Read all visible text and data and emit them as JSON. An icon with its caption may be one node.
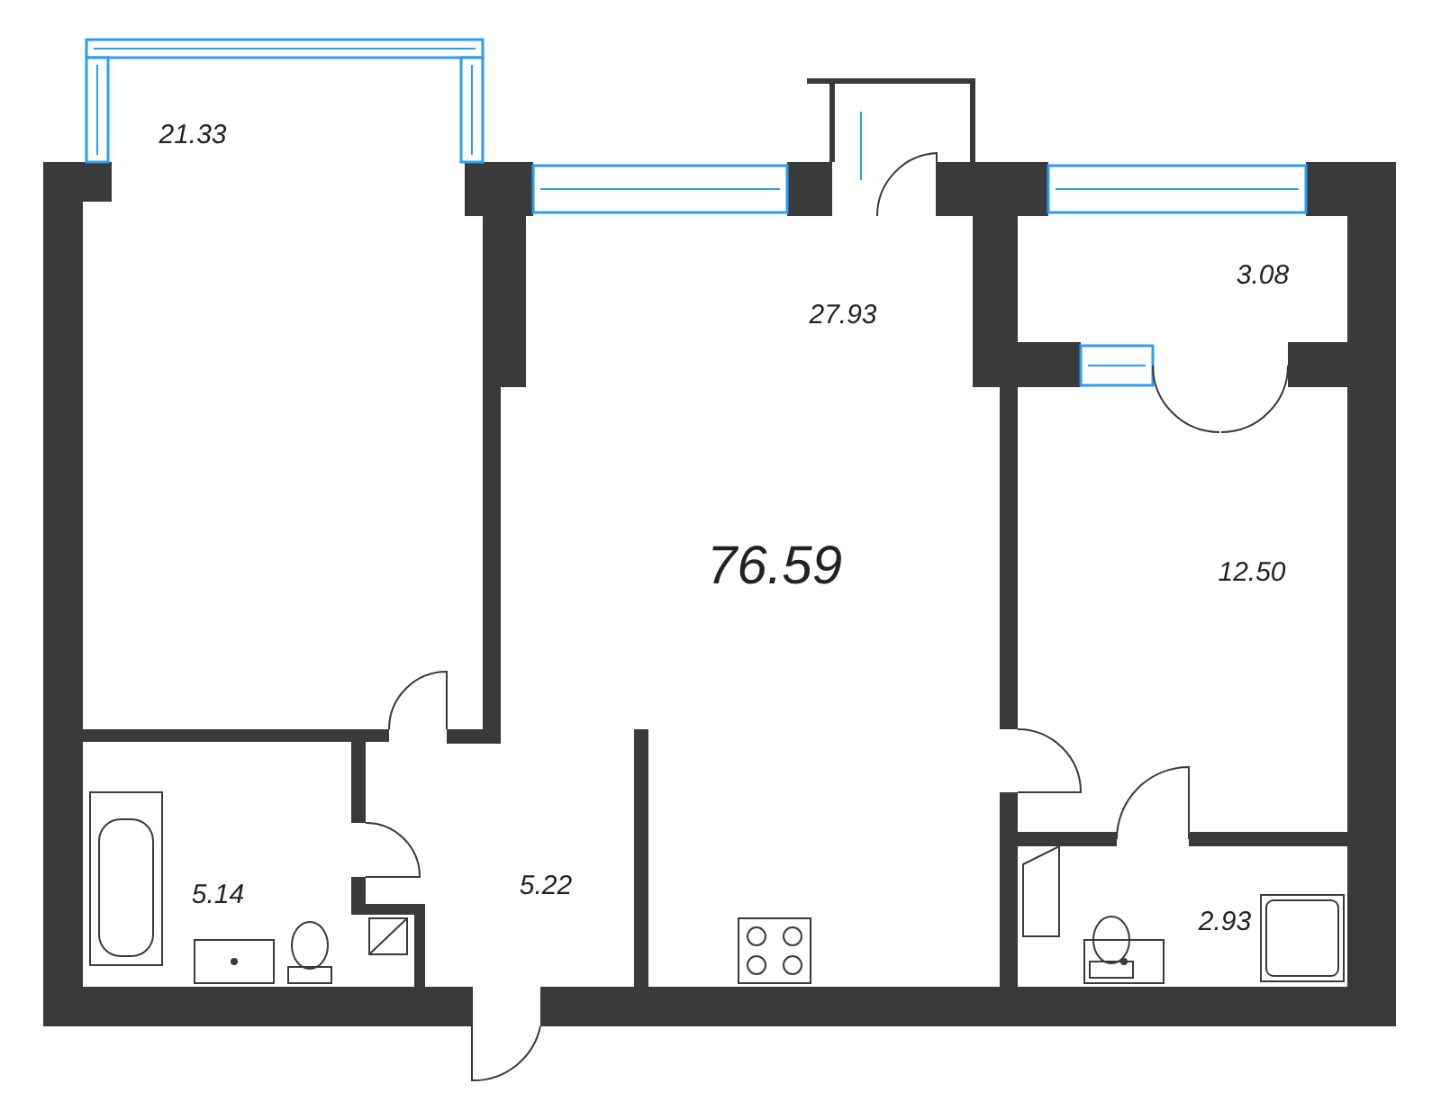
{
  "diagram": {
    "labels": [
      "21.33",
      "27.93",
      "3.08",
      "76.59",
      "12.50",
      "5.14",
      "5.22",
      "2.93"
    ]
  }
}
